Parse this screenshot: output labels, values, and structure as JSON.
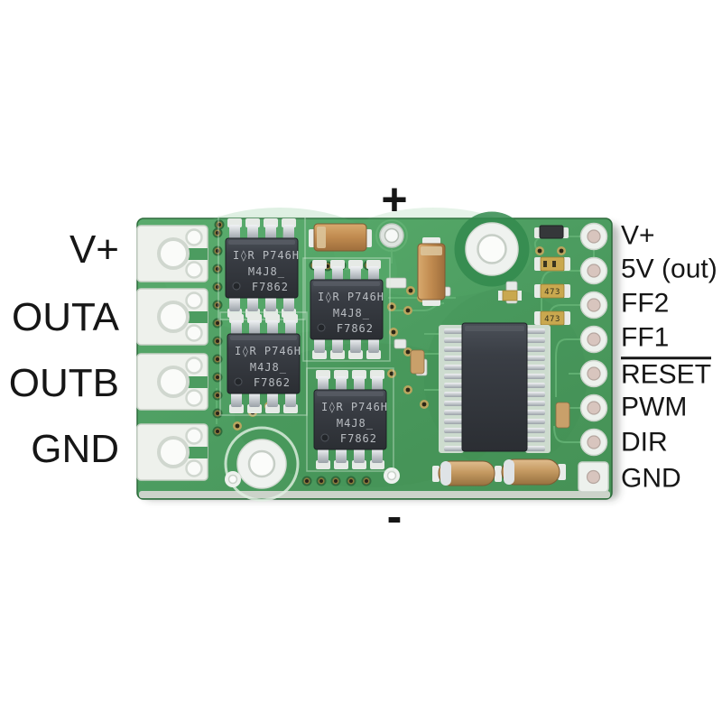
{
  "figure": {
    "background_color": "#ffffff",
    "subject": "motor driver carrier PCB pinout photo"
  },
  "pin_labels": {
    "top": "+",
    "bottom": "-",
    "left": [
      "V+",
      "OUTA",
      "OUTB",
      "GND"
    ],
    "right": [
      "V+",
      "5V (out)",
      "FF2",
      "FF1",
      "RESET",
      "PWM",
      "DIR",
      "GND"
    ]
  },
  "board": {
    "solder_mask_color": "#4c9c60",
    "trace_highlight_color": "#63b274",
    "pad_color": "#eef1ec",
    "driver_ic_marking": {
      "line1": "I◊R P746H",
      "line2": "M4J8_",
      "line3": "F7862"
    },
    "resistor_code": "473"
  }
}
